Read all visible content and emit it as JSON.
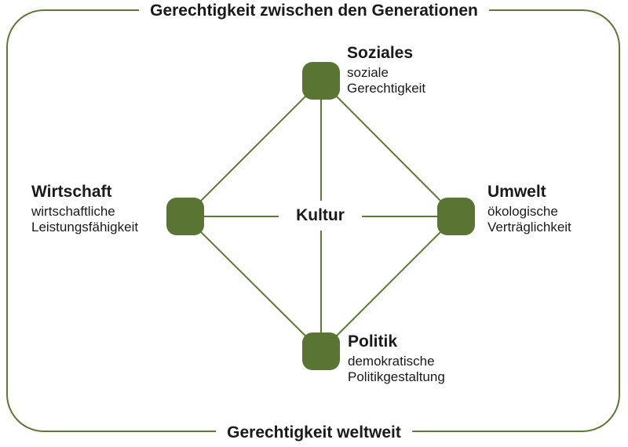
{
  "frame": {
    "top_label": "Gerechtigkeit zwischen den Generationen",
    "bottom_label": "Gerechtigkeit weltweit"
  },
  "center": {
    "label": "Kultur"
  },
  "nodes": {
    "soziales": {
      "title": "Soziales",
      "subtitle_line1": "soziale",
      "subtitle_line2": "Gerechtigkeit"
    },
    "wirtschaft": {
      "title": "Wirtschaft",
      "subtitle_line1": "wirtschaftliche",
      "subtitle_line2": "Leistungsfähigkeit"
    },
    "umwelt": {
      "title": "Umwelt",
      "subtitle_line1": "ökologische",
      "subtitle_line2": "Verträglichkeit"
    },
    "politik": {
      "title": "Politik",
      "subtitle_line1": "demokratische",
      "subtitle_line2": "Politikgestaltung"
    }
  },
  "edges": [
    [
      "soziales",
      "wirtschaft"
    ],
    [
      "soziales",
      "umwelt"
    ],
    [
      "wirtschaft",
      "politik"
    ],
    [
      "umwelt",
      "politik"
    ],
    [
      "wirtschaft",
      "umwelt"
    ],
    [
      "soziales",
      "politik"
    ]
  ],
  "colors": {
    "node_fill": "#5a7434",
    "line": "#5c7a33",
    "text": "#1a1a1a",
    "background": "#ffffff"
  }
}
